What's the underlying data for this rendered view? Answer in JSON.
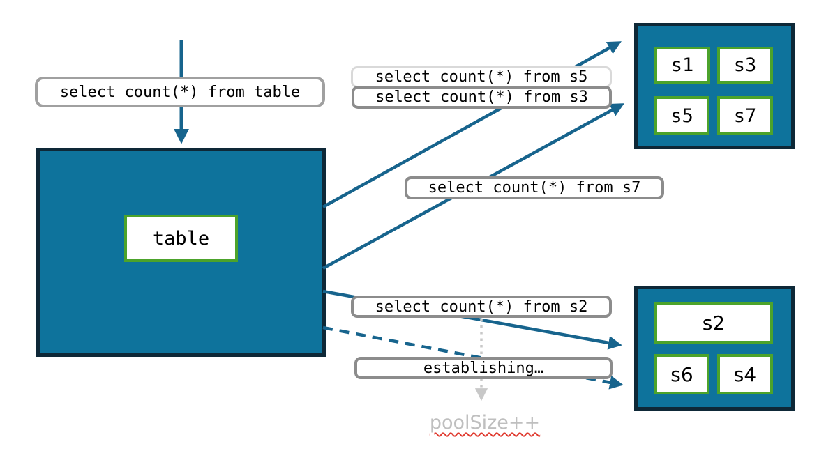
{
  "queries": {
    "from_table": "select count(*) from table",
    "from_s5": "select count(*) from s5",
    "from_s3": "select count(*) from s3",
    "from_s7": "select count(*) from s7",
    "from_s2": "select count(*) from s2"
  },
  "status": {
    "establishing": "establishing…",
    "pool_size": "poolSize++"
  },
  "table_box": {
    "label": "table"
  },
  "shards_top": [
    "s1",
    "s3",
    "s5",
    "s7"
  ],
  "shards_bottom": [
    "s2",
    "s6",
    "s4"
  ],
  "colors": {
    "box_fill": "#0E739C",
    "box_border": "#0E2837",
    "node_border": "#4CA32B",
    "arrow": "#17648D",
    "label_border": "#8C8C8C",
    "label_border_light": "#D9D9D9",
    "muted_text": "#BFBFBF",
    "dotted_arrow": "#C8C8C8",
    "squiggle_red": "#E03C31"
  }
}
